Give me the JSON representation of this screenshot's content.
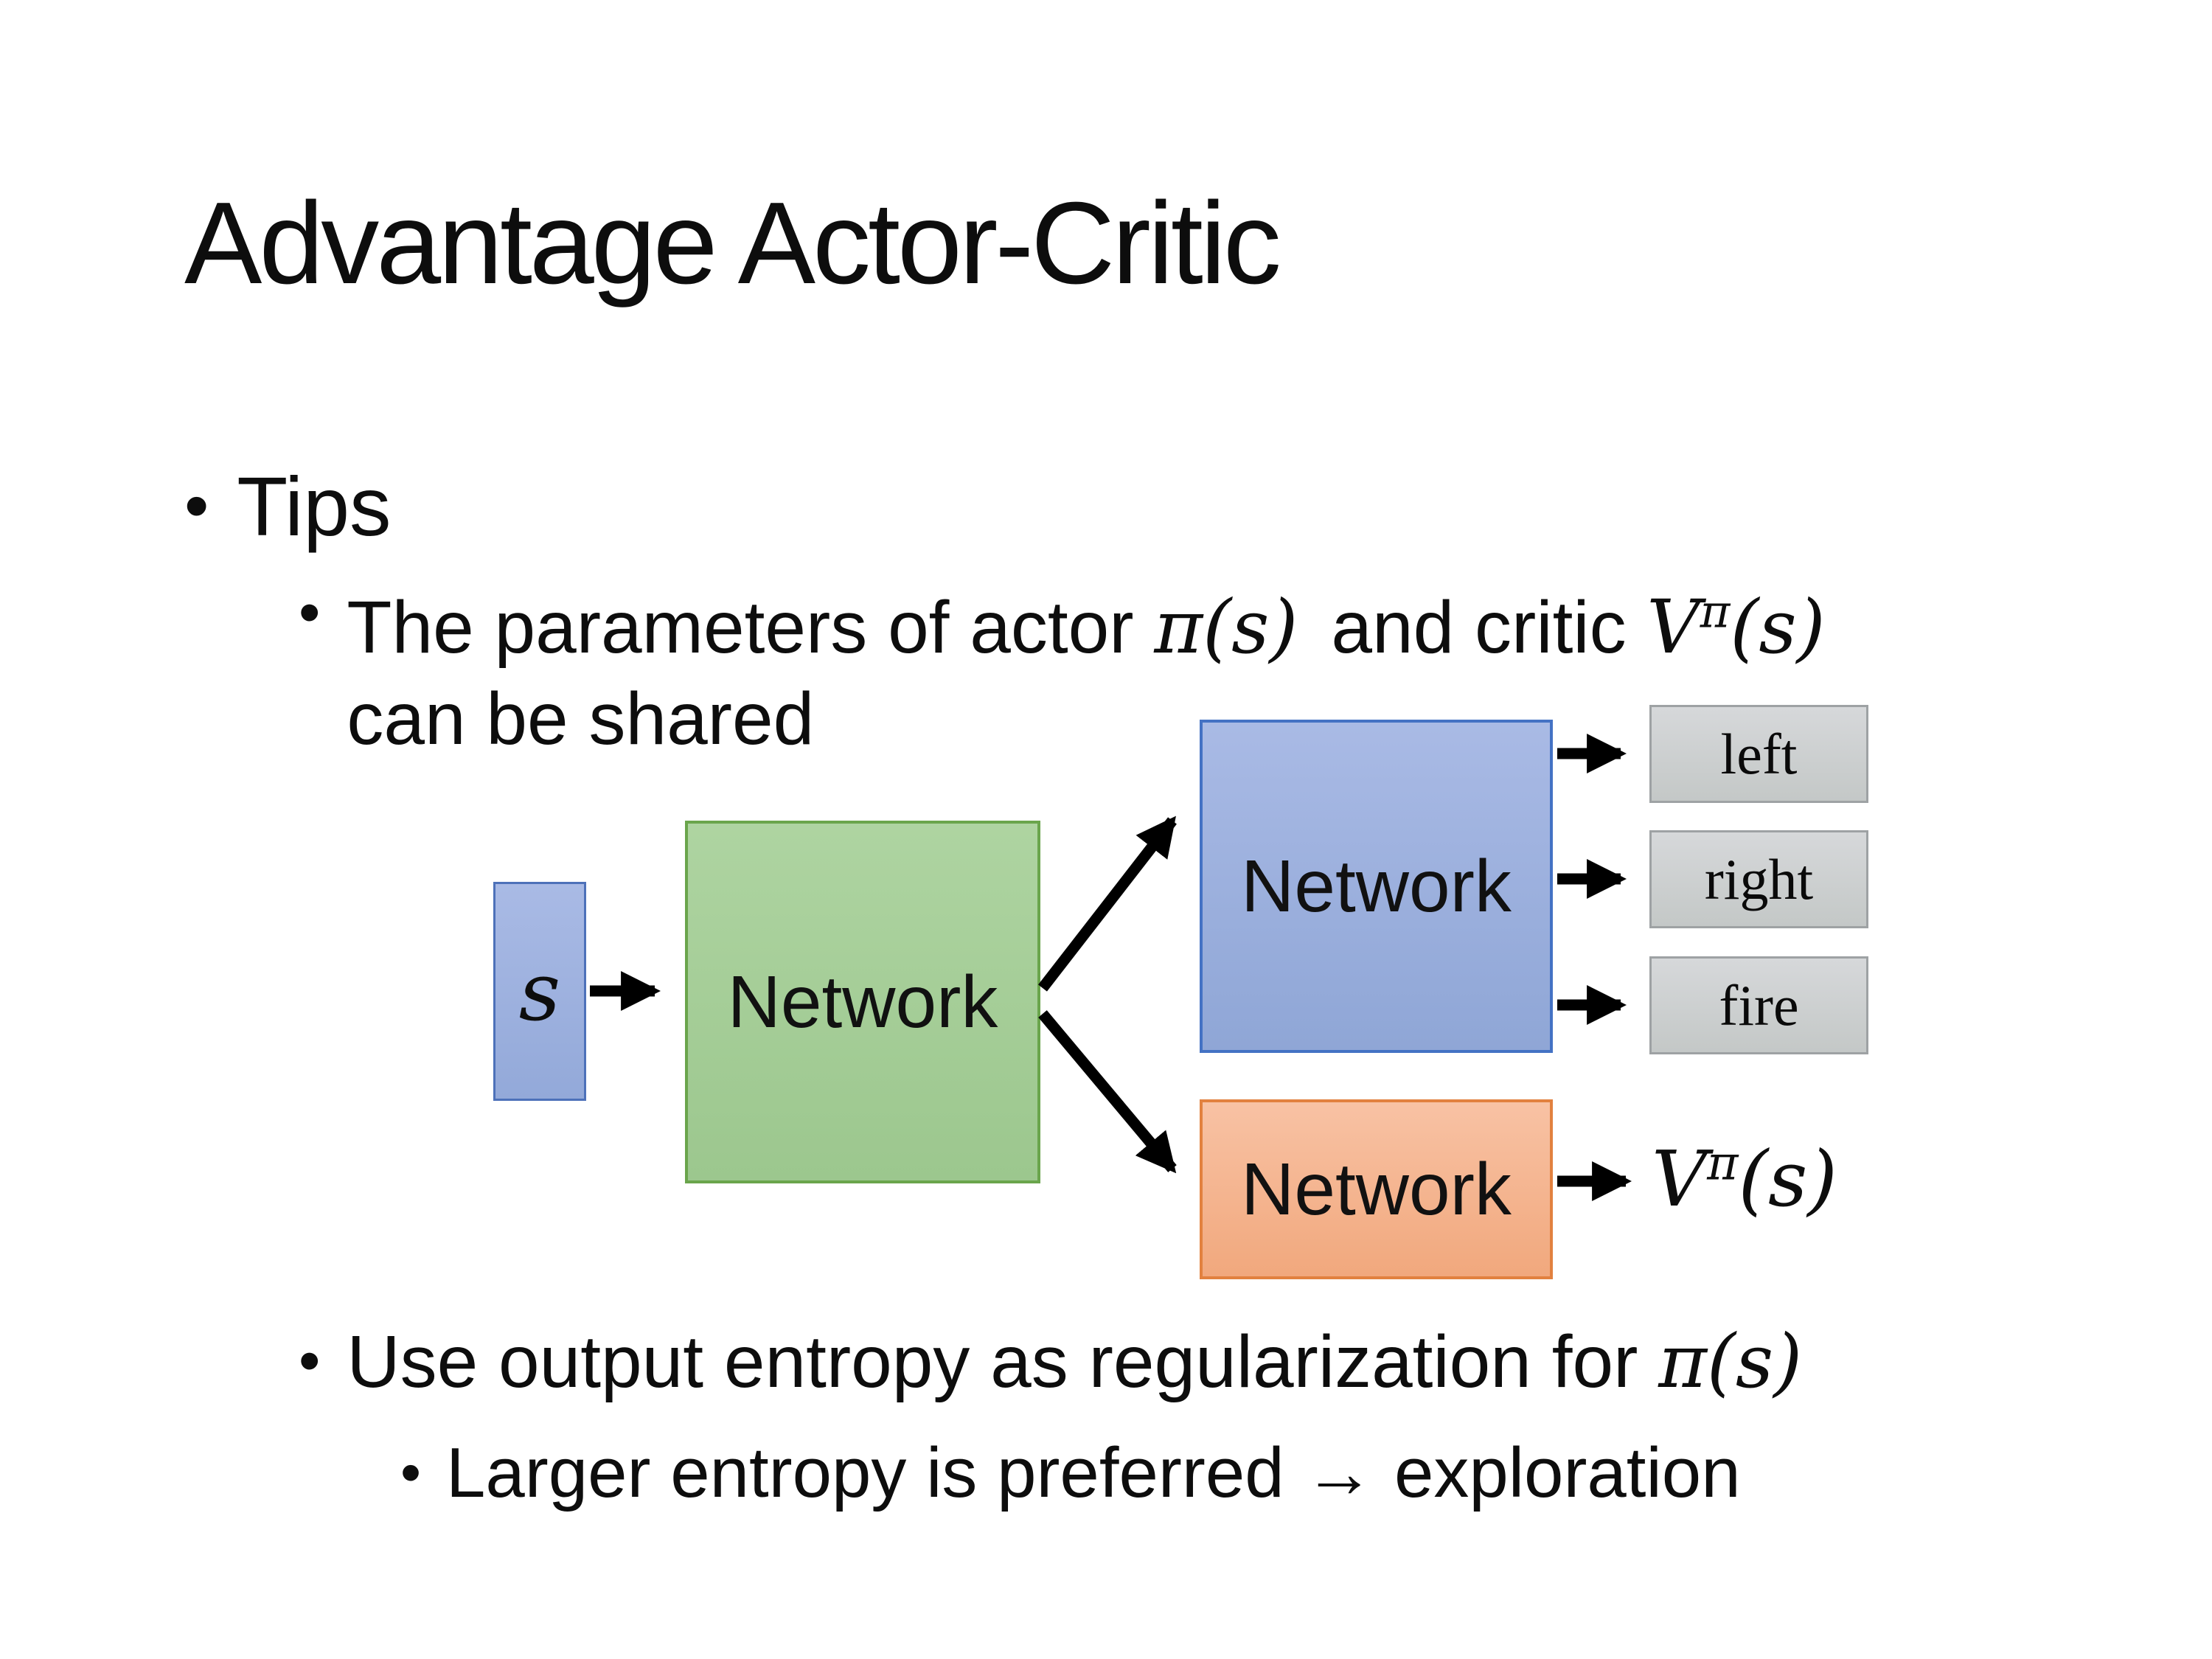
{
  "slide": {
    "title": "Advantage Actor-Critic",
    "bullet_char": "•",
    "bullets": {
      "level1": "Tips",
      "sub1_line1_pre": "The parameters of actor ",
      "sub1_math_actor": "π(s)",
      "sub1_line1_mid": "and critic ",
      "sub1_critic_base": "V",
      "sub1_critic_sup": "π",
      "sub1_critic_args": "(s)",
      "sub1_line2": "can be shared",
      "sub2_pre": "Use output entropy as regularization for ",
      "sub2_math": "π(s)",
      "sub3_text": "Larger entropy is preferred → exploration"
    },
    "diagram": {
      "state_label": "s",
      "shared_network_label": "Network",
      "actor_network_label": "Network",
      "critic_network_label": "Network",
      "actions": [
        "left",
        "right",
        "fire"
      ],
      "critic_output_base": "V",
      "critic_output_sup": "π",
      "critic_output_args": "(s)",
      "colors": {
        "state_fill": "#9fb3e0",
        "shared_fill": "#a8cf9d",
        "actor_fill": "#9fb3e0",
        "critic_fill": "#f5b695",
        "action_fill": "#cbcfce",
        "state_border": "#4d71b9",
        "shared_border": "#6aa54c",
        "actor_border": "#4472c4",
        "critic_border": "#e2813f",
        "action_border": "#9ea2a4",
        "arrow": "#000000",
        "text": "#0d0d0d"
      }
    }
  }
}
